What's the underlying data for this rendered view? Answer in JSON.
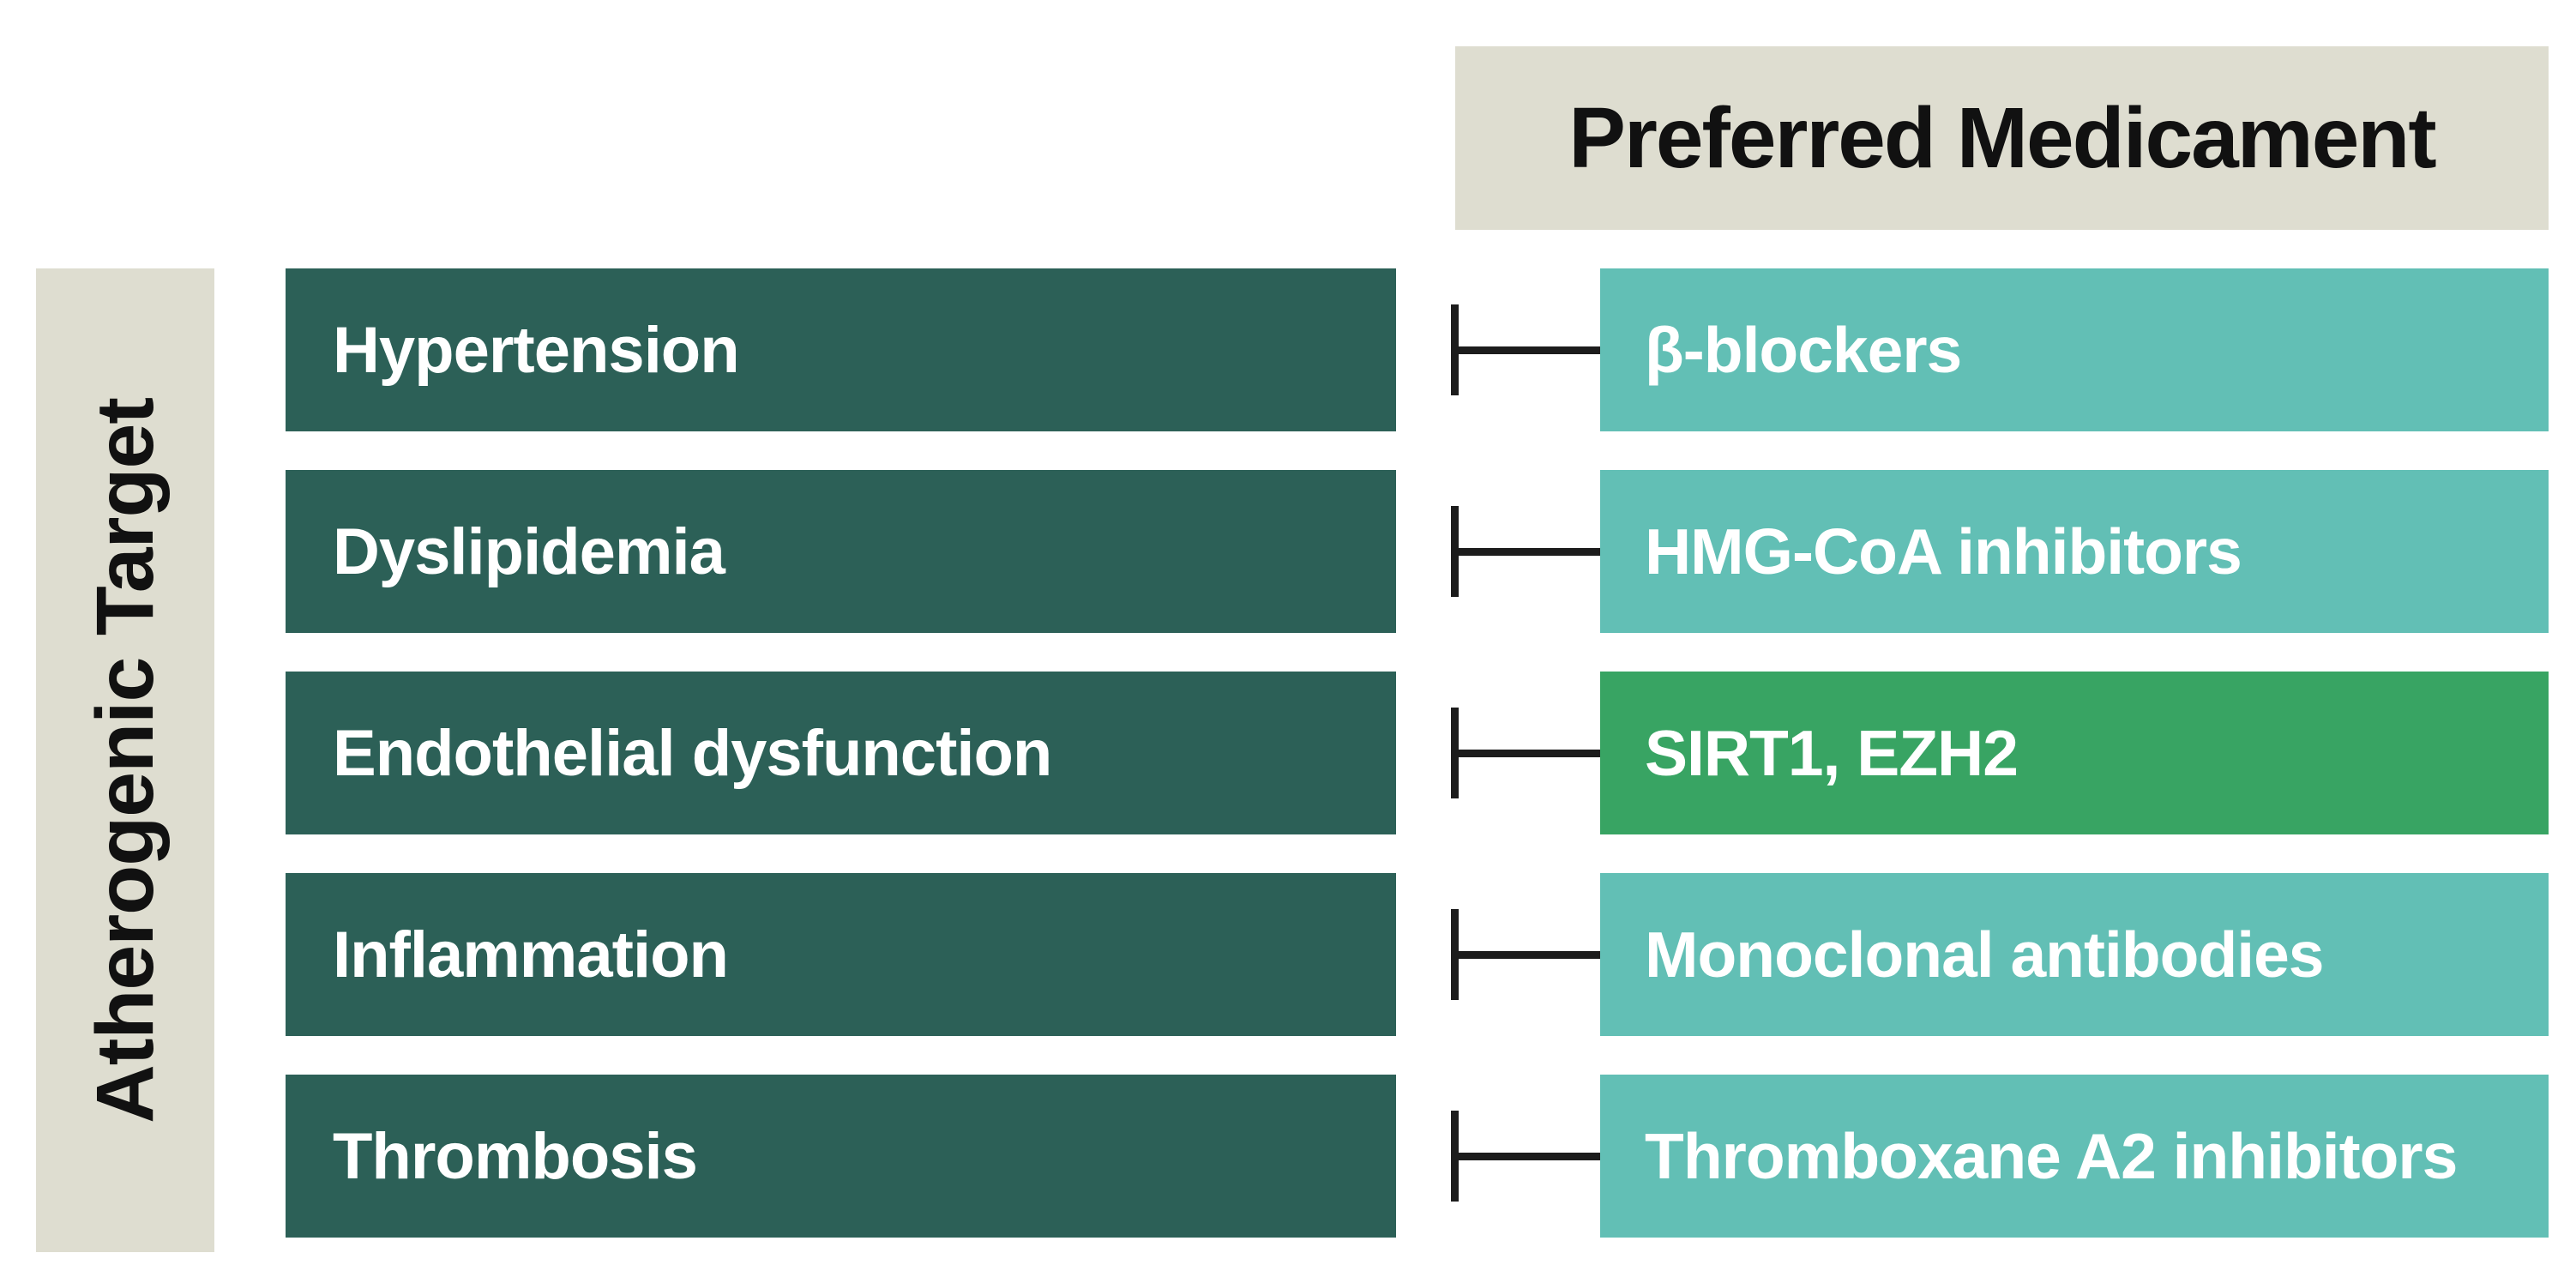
{
  "header": {
    "title": "Preferred Medicament"
  },
  "side_label": "Atherogenic Target",
  "rows": [
    {
      "target": "Hypertension",
      "medicament": "β-blockers",
      "highlight": false
    },
    {
      "target": "Dyslipidemia",
      "medicament": "HMG-CoA inhibitors",
      "highlight": false
    },
    {
      "target": "Endothelial dysfunction",
      "medicament": "SIRT1, EZH2",
      "highlight": true
    },
    {
      "target": "Inflammation",
      "medicament": "Monoclonal antibodies",
      "highlight": false
    },
    {
      "target": "Thrombosis",
      "medicament": "Thromboxane A2 inhibitors",
      "highlight": false
    }
  ],
  "colors": {
    "panel_bg": "#deddd0",
    "target_box_bg": "#2c6057",
    "medicament_box_bg": "#62bfb5",
    "medicament_highlight_bg": "#38a463",
    "connector": "#1c1c1c",
    "box_text": "#ffffff",
    "panel_text": "#111111",
    "page_bg": "#ffffff"
  }
}
